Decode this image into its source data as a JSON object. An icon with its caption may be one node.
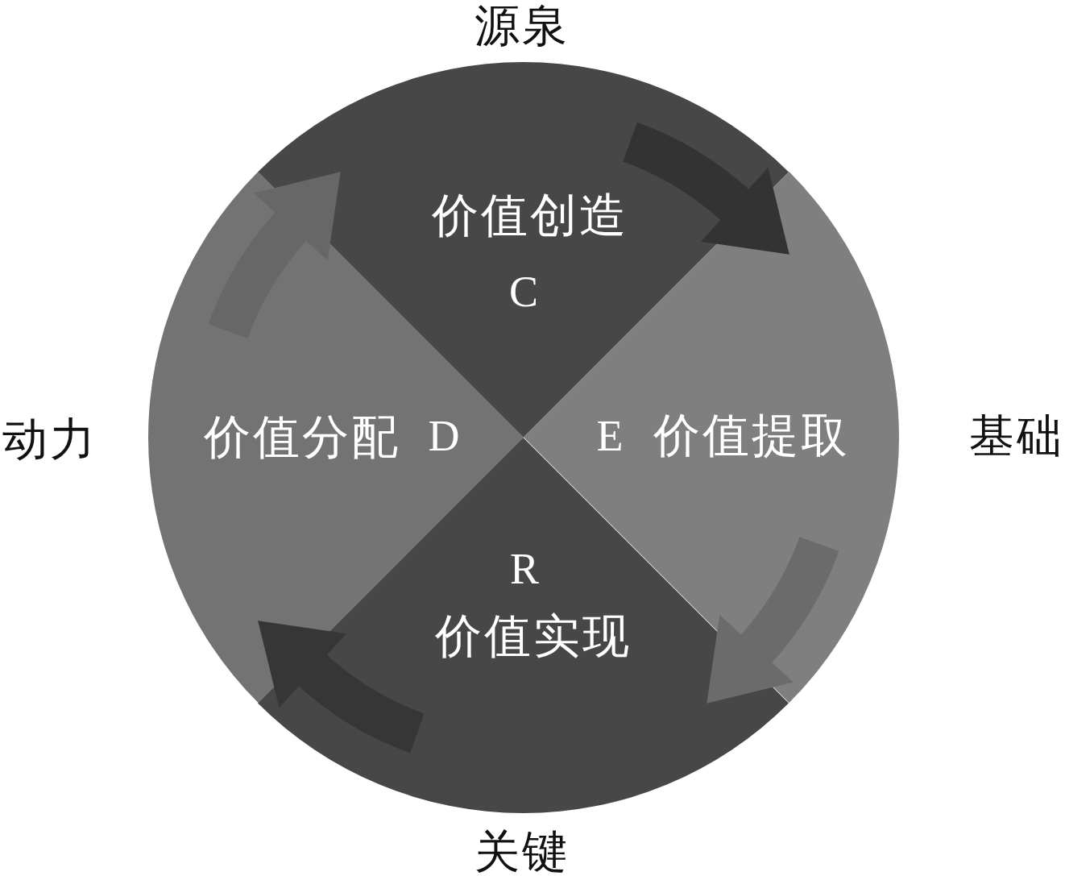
{
  "diagram": {
    "nodes": [
      {
        "text": [
          "价值创造",
          "C"
        ],
        "beside": [
          "源泉"
        ]
      },
      {
        "text": [
          "价值分配",
          "D"
        ],
        "beside": [
          "动力"
        ]
      },
      {
        "text": [
          "E",
          "价值提取"
        ],
        "beside": [
          "基础"
        ]
      },
      {
        "text": [
          "R",
          "价值实现"
        ],
        "beside": [
          "关键"
        ]
      }
    ],
    "edges": [
      {
        "from": 0,
        "to": 2,
        "arrow": "to",
        "color": "#333333"
      },
      {
        "from": 2,
        "to": 3,
        "arrow": "to",
        "color": "#6b6b6b"
      },
      {
        "from": 3,
        "to": 1,
        "arrow": "to",
        "color": "#363636"
      },
      {
        "from": 1,
        "to": 0,
        "arrow": "to",
        "color": "#676767"
      }
    ]
  }
}
